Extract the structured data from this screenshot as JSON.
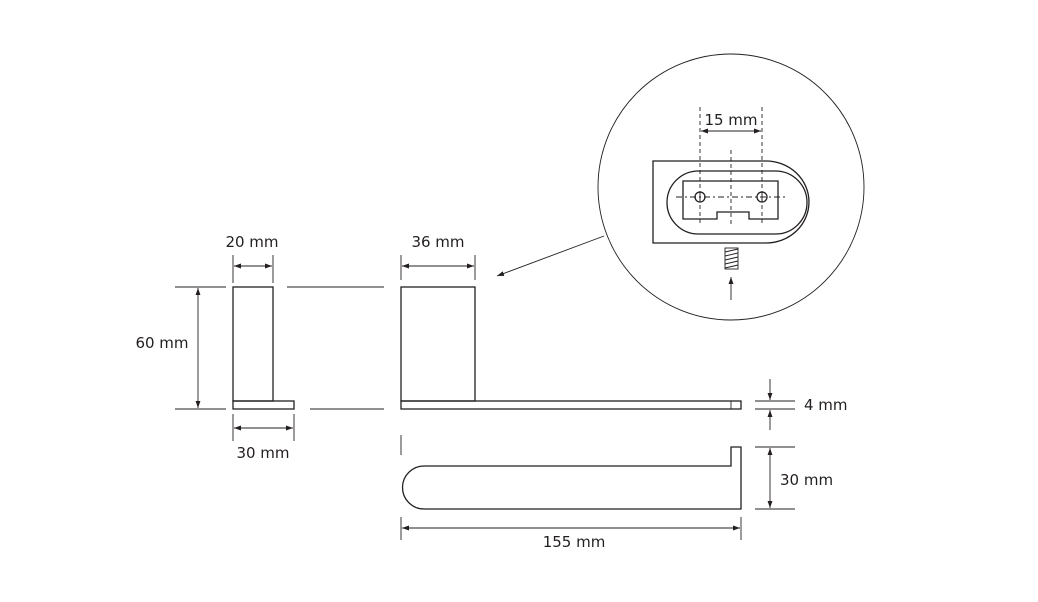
{
  "dimensions": {
    "side_width": "20 mm",
    "height": "60 mm",
    "base_depth": "30 mm",
    "front_width": "36 mm",
    "detail_spacing": "15 mm",
    "thickness": "4 mm",
    "bottom_depth": "30 mm",
    "length": "155 mm"
  },
  "colors": {
    "line": "#231f20",
    "background": "#ffffff"
  }
}
